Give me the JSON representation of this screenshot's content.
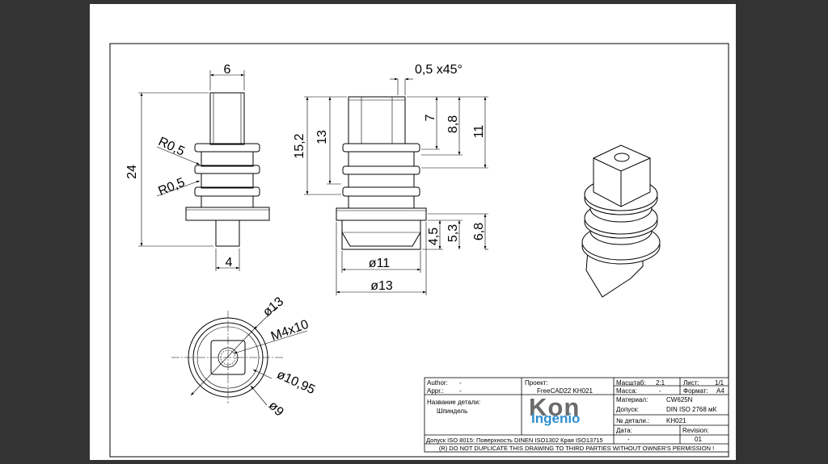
{
  "dimensions": {
    "front_width_top": "6",
    "front_height": "24",
    "front_radius_upper": "R0,5",
    "front_radius_lower": "R0,5",
    "front_width_bottom": "4",
    "side_chamfer": "0,5 x45°",
    "side_h_15_2": "15,2",
    "side_h_13": "13",
    "side_h_7": "7",
    "side_h_8_8": "8,8",
    "side_h_11": "11",
    "side_h_4_5": "4,5",
    "side_h_5_3": "5,3",
    "side_h_6_8": "6,8",
    "side_d11": "ø11",
    "side_d13": "ø13",
    "top_d13": "ø13",
    "top_m4x10": "M4x10",
    "top_d10_95": "ø10,95",
    "top_d9": "ø9"
  },
  "title_block": {
    "author_label": "Author:",
    "author_value": "-",
    "appr_label": "Appr.:",
    "appr_value": "-",
    "project_label": "Проект:",
    "project_value": "FreeCAD22 KH021",
    "scale_label": "Масштаб:",
    "scale_value": "2:1",
    "sheet_label": "Лист:",
    "sheet_value": "1/1",
    "mass_label": "Масса:",
    "mass_value": "-",
    "format_label": "Формат:",
    "format_value": "A4",
    "part_name_label": "Название детали:",
    "part_name_value": "Шпиндель",
    "material_label": "Материал:",
    "material_value": "CW625N",
    "tolerance_label": "Допуск:",
    "tolerance_value": "DIN ISO 2768 мК",
    "part_no_label": "№ детали.:",
    "part_no_value": "KH021",
    "date_label": "Дата:",
    "date_value": "-",
    "revision_label": "Revision:",
    "revision_value": "01",
    "tolerance_note": "Допуск ISO 8015: Поверхность DINEN ISO1302 Края ISO13715",
    "copyright": "(R) DO NOT DUPLICATE THIS DRAWING TO THIRD PARTIES WITHOUT OWNER'S PERMISSION !",
    "logo_top": "Kon",
    "logo_bottom": "Ingenio"
  },
  "colors": {
    "sheet": "#ffffff",
    "background": "#333333",
    "logo_grey": "#6b6b6b",
    "logo_blue": "#2e8fd0"
  }
}
